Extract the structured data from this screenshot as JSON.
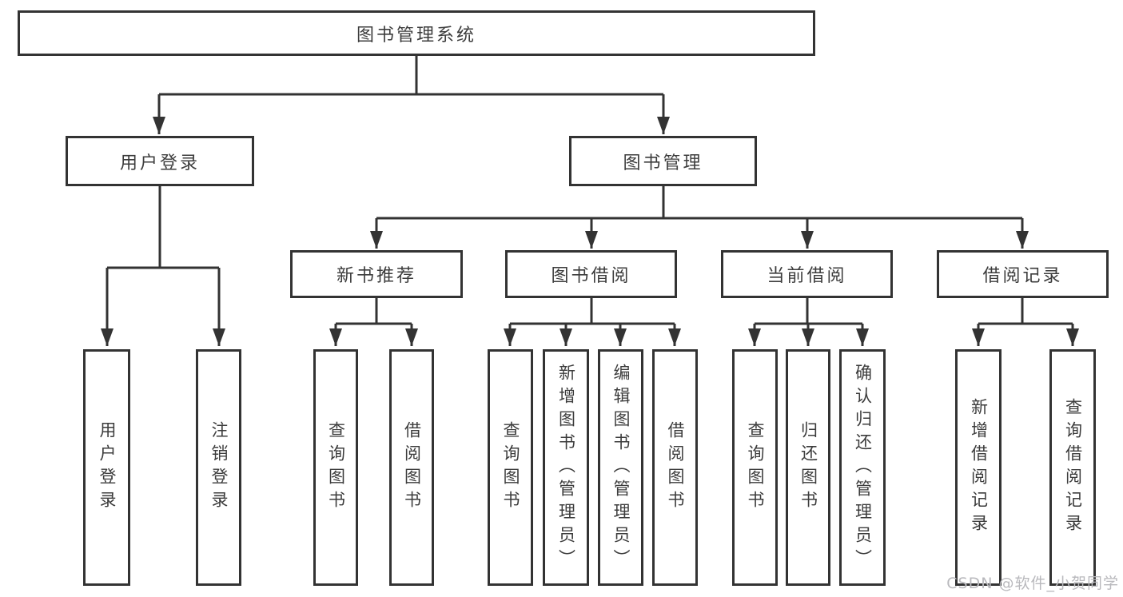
{
  "diagram": {
    "title": "图书管理系统",
    "branches": [
      {
        "label": "用户登录",
        "children": [
          "用户登录",
          "注销登录"
        ]
      },
      {
        "label": "图书管理",
        "children": [
          {
            "label": "新书推荐",
            "children": [
              "查询图书",
              "借阅图书"
            ]
          },
          {
            "label": "图书借阅",
            "children": [
              "查询图书",
              "新增图书（管理员）",
              "编辑图书（管理员）",
              "借阅图书"
            ]
          },
          {
            "label": "当前借阅",
            "children": [
              "查询图书",
              "归还图书",
              "确认归还（管理员）"
            ]
          },
          {
            "label": "借阅记录",
            "children": [
              "新增借阅记录",
              "查询借阅记录"
            ]
          }
        ]
      }
    ]
  },
  "watermark": {
    "text": "CSDN @软件_小贺同学"
  },
  "colors": {
    "line": "#333333",
    "text": "#3c3c3c",
    "watermark": "#b9b9bd",
    "background": "#ffffff"
  }
}
